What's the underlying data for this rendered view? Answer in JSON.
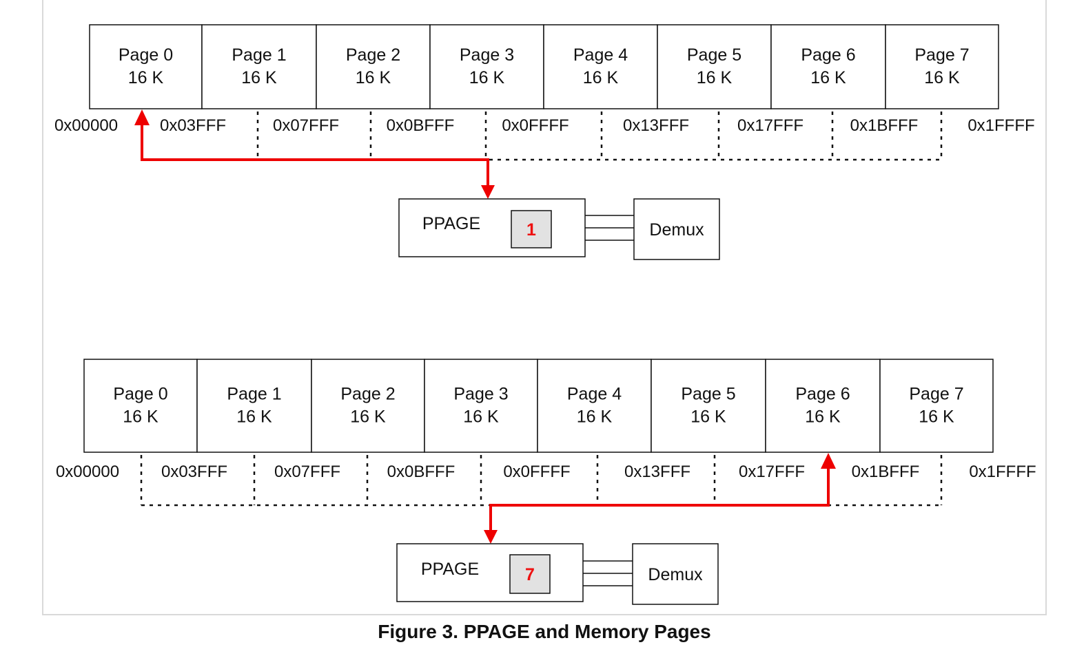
{
  "caption": "Figure 3. PPAGE and Memory Pages",
  "pages": [
    {
      "name": "Page 0",
      "size": "16 K"
    },
    {
      "name": "Page 1",
      "size": "16 K"
    },
    {
      "name": "Page 2",
      "size": "16 K"
    },
    {
      "name": "Page 3",
      "size": "16 K"
    },
    {
      "name": "Page 4",
      "size": "16 K"
    },
    {
      "name": "Page 5",
      "size": "16 K"
    },
    {
      "name": "Page 6",
      "size": "16 K"
    },
    {
      "name": "Page 7",
      "size": "16 K"
    }
  ],
  "addresses": [
    "0x00000",
    "0x03FFF",
    "0x07FFF",
    "0x0BFFF",
    "0x0FFFF",
    "0x13FFF",
    "0x17FFF",
    "0x1BFFF",
    "0x1FFFF"
  ],
  "panels": [
    {
      "ppage_label": "PPAGE",
      "ppage_value": "1",
      "selected_page": 1,
      "demux_label": "Demux"
    },
    {
      "ppage_label": "PPAGE",
      "ppage_value": "7",
      "selected_page": 7,
      "demux_label": "Demux"
    }
  ],
  "colors": {
    "arrow": "#ee0000",
    "register_fill": "#e2e2e2",
    "register_text": "#ee1111",
    "line": "#111111"
  }
}
